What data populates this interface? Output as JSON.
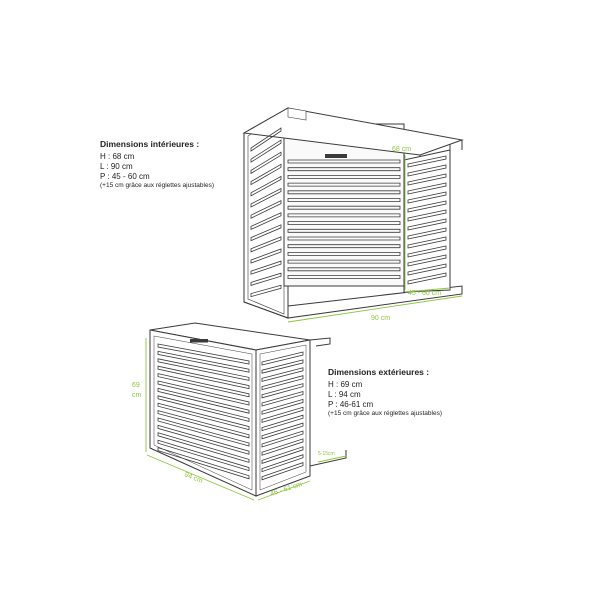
{
  "inner": {
    "title": "Dimensions intérieures :",
    "lines": [
      "H : 68 cm",
      "L : 90 cm",
      "P : 45 - 60 cm"
    ],
    "note": "(+15 cm grâce aux réglettes ajustables)"
  },
  "outer": {
    "title": "Dimensions extérieures :",
    "lines": [
      "H : 69 cm",
      "L : 94 cm",
      "P : 46-61 cm"
    ],
    "note": "(+15 cm grâce aux réglettes ajustables)"
  },
  "labels": {
    "top_height": "68 cm",
    "top_width": "90 cm",
    "top_depth": "45 - 60 cm",
    "bottom_height_num": "69",
    "bottom_height_unit": "cm",
    "bottom_width": "94 cm",
    "bottom_depth": "46 - 61 cm",
    "small_depth": "5-15cm"
  },
  "colors": {
    "dimension": "#8cc63f",
    "line": "#3a3a3a"
  }
}
